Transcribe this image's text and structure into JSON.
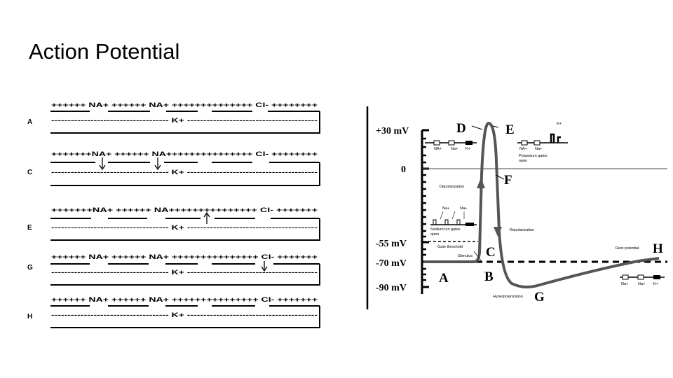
{
  "slide": {
    "title": "Action Potential"
  },
  "membranes": [
    {
      "id": "A",
      "label": "A",
      "top": "++++++ NA+ ++++++ NA+ ++++++++++++++ Cl- ++++++++",
      "bottom": "------------------------------------ K+ ----------------------------------------",
      "arrows": []
    },
    {
      "id": "C",
      "label": "C",
      "top": "+++++++NA+ ++++++ NA+++++++++++++++ Cl- ++++++++",
      "bottom": "------------------------------------ K+ ----------------------------------------",
      "arrows": [
        "down",
        "down"
      ]
    },
    {
      "id": "E",
      "label": "E",
      "top": "+++++++NA+ ++++++ NA+++++++++++++++ Cl- +++++++",
      "bottom": "------------------------------------ K+ ----------------------------------------",
      "arrows": [
        "up"
      ]
    },
    {
      "id": "G",
      "label": "G",
      "top": "++++++ NA+ ++++++ NA+ +++++++++++++++ Cl- +++++++",
      "bottom": "------------------------------------ K+ ----------------------------------------",
      "arrows": [
        "down"
      ]
    },
    {
      "id": "H",
      "label": "H",
      "top": "++++++ NA+ ++++++ NA+ +++++++++++++++ Cl- +++++++",
      "bottom": "------------------------------------ K+ ----------------------------------------",
      "arrows": []
    }
  ],
  "graph": {
    "axis_labels": {
      "plus30": "+30 mV",
      "zero": "0",
      "minus55": "-55 mV",
      "minus70": "-70 mV",
      "minus90": "-90 mV"
    },
    "points": {
      "A": "A",
      "B": "B",
      "C": "C",
      "D": "D",
      "E": "E",
      "F": "F",
      "G": "G",
      "H": "H"
    },
    "annotations": {
      "depolarization": "Depolarization",
      "repolarization": "Repolarization",
      "hyperpolarization": "Hyperpolarization",
      "rest_potential": "Rest potential",
      "gate_threshold": "Gate threshold",
      "stimulus": "Stimulus",
      "sodium_gates": "Sodium ion gates",
      "sodium_gates_open": "open",
      "potassium_gates": "Potassium gates",
      "potassium_gates_open": "open"
    },
    "ion_labels": {
      "na_upper": "NA+",
      "na_cap": "Na+",
      "k": "K+"
    }
  }
}
